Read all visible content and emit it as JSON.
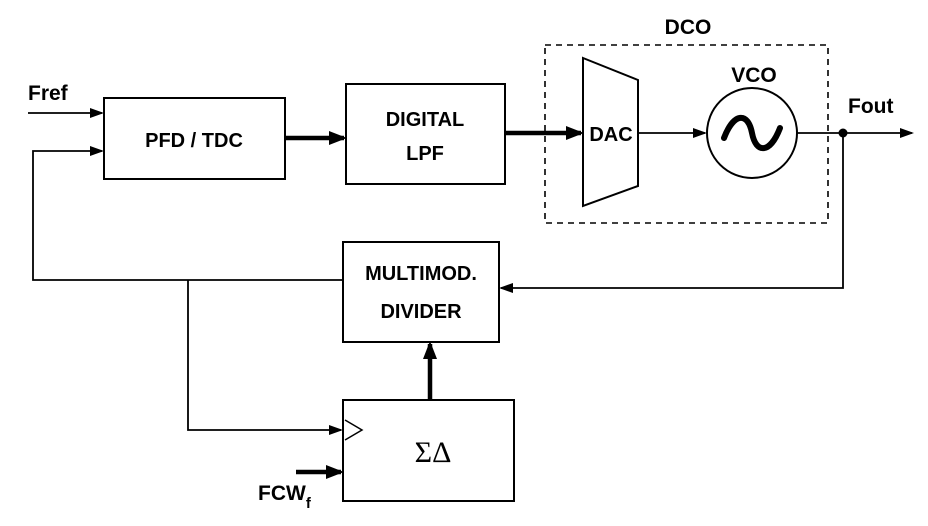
{
  "signals": {
    "fref": "Fref",
    "fout": "Fout",
    "fcw_main": "FCW",
    "fcw_sub": "f"
  },
  "blocks": {
    "pfd_tdc": "PFD / TDC",
    "digital_lpf_line1": "DIGITAL",
    "digital_lpf_line2": "LPF",
    "dco_label": "DCO",
    "dac": "DAC",
    "vco": "VCO",
    "divider_line1": "MULTIMOD.",
    "divider_line2": "DIVIDER",
    "sigma_delta": "ΣΔ"
  },
  "colors": {
    "line": "#000000",
    "background": "#ffffff"
  }
}
